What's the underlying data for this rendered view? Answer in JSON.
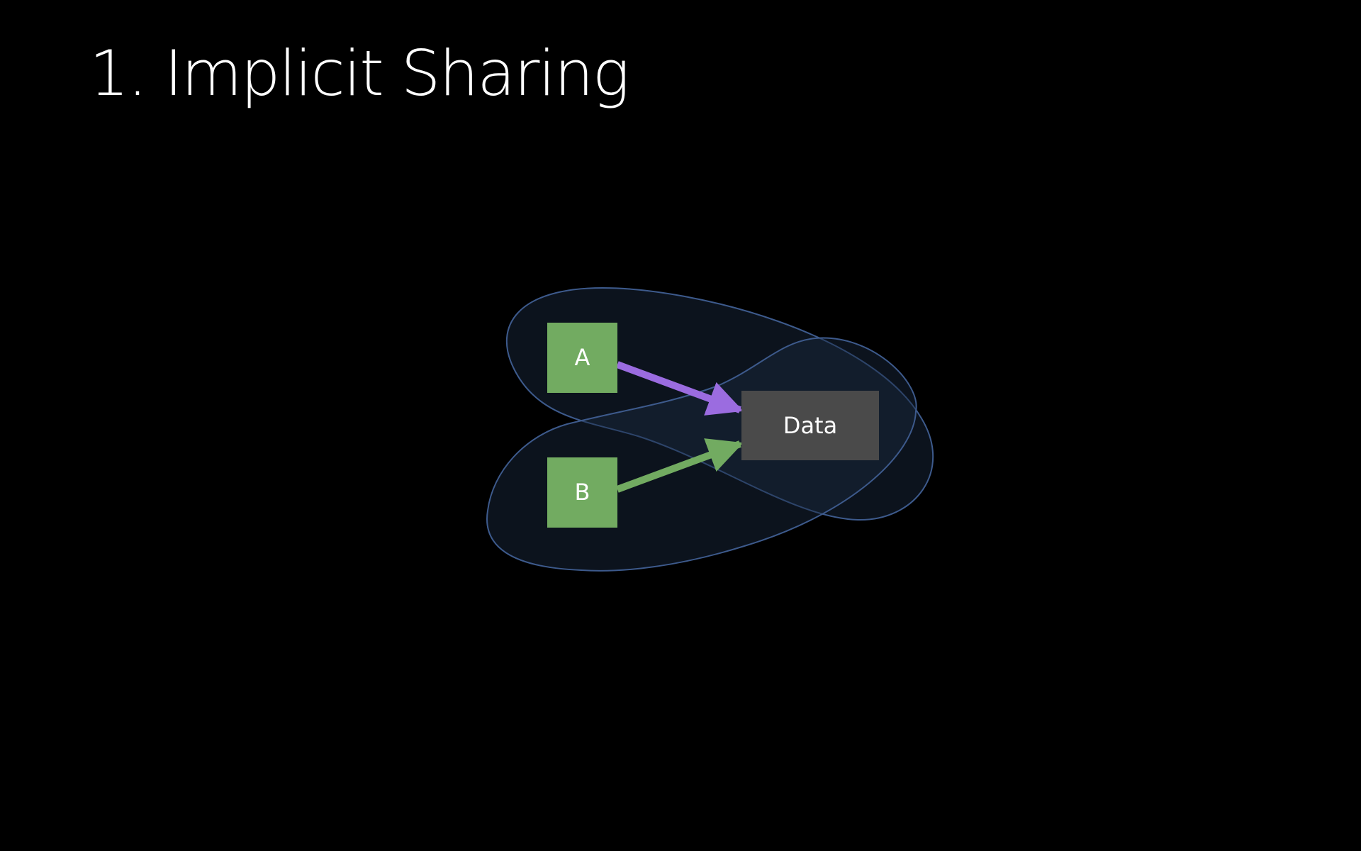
{
  "slide": {
    "title": "1. Implicit Sharing"
  },
  "diagram": {
    "nodes": {
      "a": {
        "label": "A"
      },
      "b": {
        "label": "B"
      },
      "data": {
        "label": "Data"
      }
    },
    "colors": {
      "background": "#000000",
      "node_fill": "#72ab61",
      "data_fill": "#4a4a4a",
      "arrow_a": "#9b6ce0",
      "arrow_b": "#72ab61",
      "region_stroke": "#3d5a8c",
      "region_fill": "#1a2a40"
    }
  }
}
